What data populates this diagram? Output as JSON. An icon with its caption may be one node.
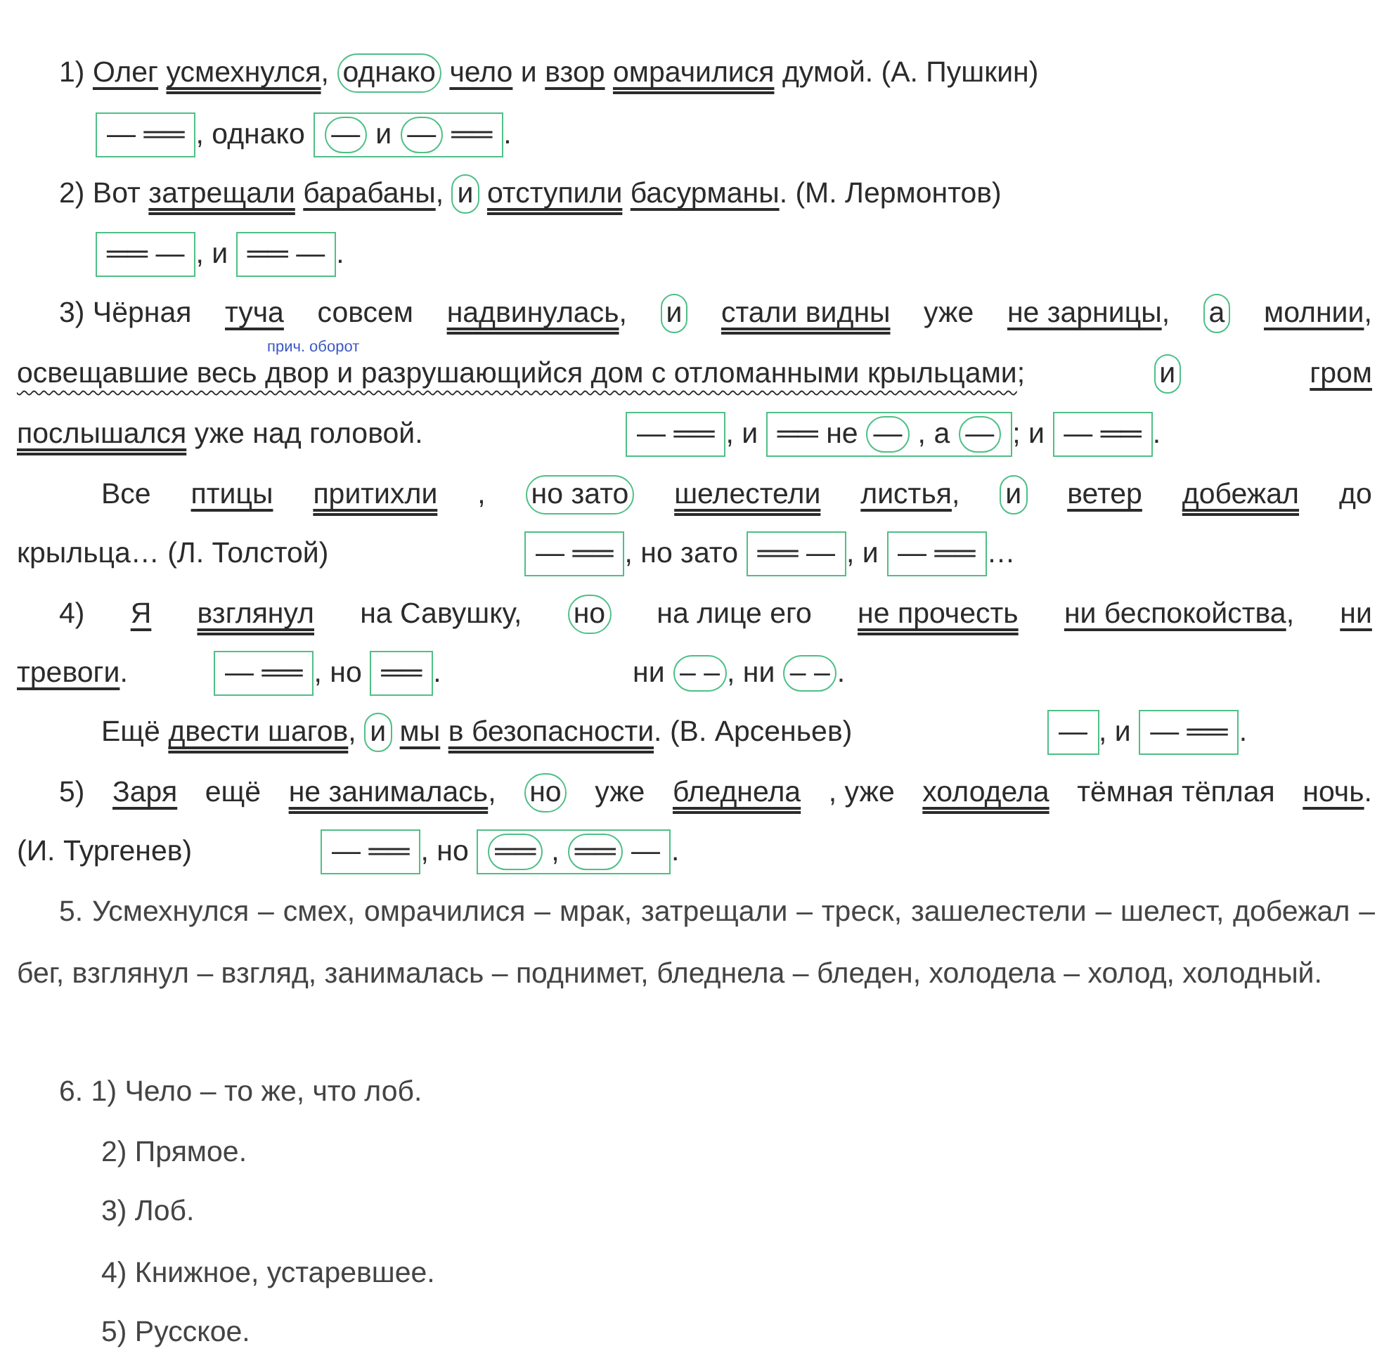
{
  "diagram": {
    "nodes": [
      {
        "text": [
          "однако"
        ]
      },
      {
        "text": [
          "— ══"
        ]
      },
      {
        "text": [
          "и",
          "══"
        ]
      },
      {
        "text": [
          "—"
        ],
        "in": 2
      },
      {
        "text": [
          "—"
        ],
        "in": 2
      },
      {
        "text": [
          "и"
        ]
      },
      {
        "text": [
          "══ —"
        ]
      },
      {
        "text": [
          "══ —"
        ]
      },
      {
        "text": [
          "и"
        ]
      },
      {
        "text": [
          "а"
        ]
      },
      {
        "text": [
          "и"
        ]
      },
      {
        "text": [
          "— ══"
        ]
      },
      {
        "text": [
          "══ не",
          ", а"
        ]
      },
      {
        "text": [
          "—"
        ],
        "in": 12
      },
      {
        "text": [
          "—"
        ],
        "in": 12
      },
      {
        "text": [
          "— ══"
        ]
      },
      {
        "text": [
          "но зато"
        ]
      },
      {
        "text": [
          "и"
        ]
      },
      {
        "text": [
          "— ══"
        ]
      },
      {
        "text": [
          "══ —"
        ]
      },
      {
        "text": [
          "— ══"
        ]
      },
      {
        "text": [
          "но"
        ]
      },
      {
        "text": [
          "— ══"
        ]
      },
      {
        "text": [
          "══"
        ]
      },
      {
        "text": [
          "– –"
        ]
      },
      {
        "text": [
          "– –"
        ]
      },
      {
        "text": [
          "и"
        ]
      },
      {
        "text": [
          "—"
        ]
      },
      {
        "text": [
          "— ══"
        ]
      },
      {
        "text": [
          "но"
        ]
      },
      {
        "text": [
          "— ══"
        ]
      },
      {
        "text": [
          ",",
          "—"
        ]
      },
      {
        "text": [
          "══"
        ],
        "in": 31
      },
      {
        "text": [
          "══"
        ],
        "in": 31
      }
    ],
    "labels": [
      "1)",
      "Олег",
      "усмехнулся",
      ",",
      "чело",
      "и",
      "взор",
      "омрачилися",
      "думой. (А. Пушкин)",
      ", однако",
      ".",
      "2) Вот",
      "затрещали",
      "барабаны",
      ",",
      "отступили",
      "басурманы",
      ". (М. Лермонтов)",
      ", и",
      ".",
      "3) Чёрная",
      "туча",
      "совсем",
      "надвинулась",
      ",",
      "стали видны",
      "уже",
      "не зарницы",
      ",",
      "молнии",
      ",",
      "прич. оборот",
      "освещавшие весь двор и разрушающийся дом с отломанными крыльцами",
      ";",
      "гром",
      "послышался",
      "уже над головой.",
      ", и",
      "; и",
      ".",
      "Все",
      "птицы",
      "притихли",
      ",",
      "шелестели",
      "листья",
      ",",
      "ветер",
      "добежал",
      "до",
      "крыльца… (Л. Толстой)",
      ", но зато",
      ", и",
      "…",
      "4)",
      "Я",
      "взглянул",
      "на Савушку,",
      "на лице его",
      "не прочесть",
      "ни беспокойства",
      ",",
      "ни",
      "тревоги",
      ".",
      ", но",
      ".",
      "ни",
      ", ни",
      ".",
      "Ещё",
      "двести шагов",
      ",",
      "мы",
      "в безопасности",
      ". (В. Арсеньев)",
      ", и",
      ".",
      "5)",
      "Заря",
      "ещё",
      "не занималась",
      ",",
      "уже",
      "бледнела",
      ", уже",
      "холодела",
      "тёмная тёплая",
      "ночь",
      ".",
      "(И. Тургенев)",
      ", но",
      ".",
      "5. Усмехнулся – смех, омрачилися – мрак, затрещали – треск, зашелестели – шелест, добежал – бег, взглянул – взгляд, занималась – поднимет, бледнела – бледен, холодела – холод, холодный.",
      "6. 1) Чело – то же, что лоб.",
      "2) Прямое.",
      "3) Лоб.",
      "4) Книжное, устаревшее.",
      "5) Русское."
    ]
  }
}
